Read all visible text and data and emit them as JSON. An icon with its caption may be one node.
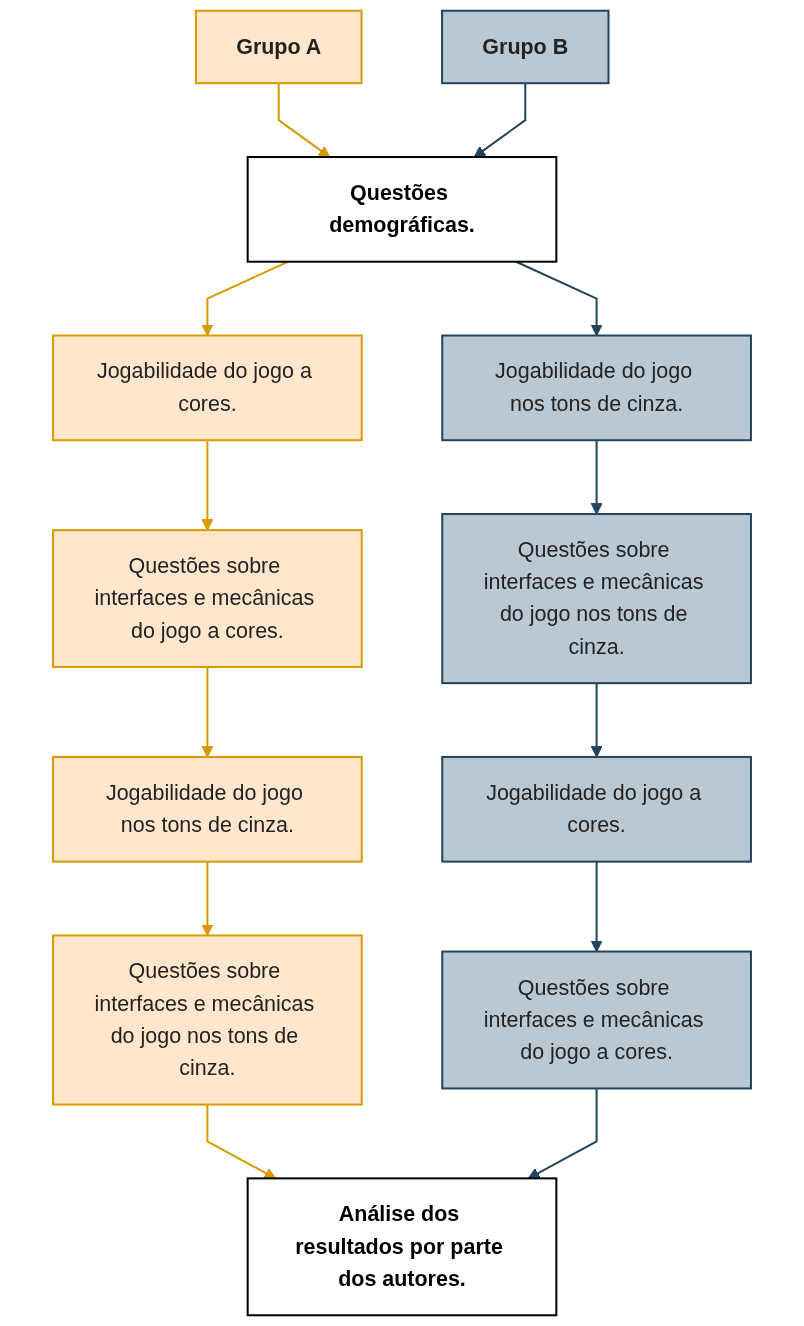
{
  "diagram": {
    "nodes": [
      {
        "text": [
          "Grupo A"
        ]
      },
      {
        "text": [
          "Grupo B"
        ]
      },
      {
        "text": [
          "Questões demográficas."
        ]
      },
      {
        "text": [
          "Jogabilidade do jogo a cores."
        ]
      },
      {
        "text": [
          "Jogabilidade do jogo nos tons de cinza."
        ]
      },
      {
        "text": [
          "Questões sobre interfaces e mecânicas do jogo a cores."
        ]
      },
      {
        "text": [
          "Questões sobre interfaces e mecânicas do jogo nos tons de cinza."
        ]
      },
      {
        "text": [
          "Jogabilidade do jogo nos tons de cinza."
        ]
      },
      {
        "text": [
          "Jogabilidade do jogo a cores."
        ]
      },
      {
        "text": [
          "Questões sobre interfaces e mecânicas do jogo nos tons de cinza."
        ]
      },
      {
        "text": [
          "Questões sobre interfaces e mecânicas do jogo a cores."
        ]
      },
      {
        "text": [
          "Análise dos resultados por parte dos autores."
        ]
      }
    ],
    "edges": [
      {
        "from": 0,
        "to": 2,
        "arrow": "to",
        "color": "#d79b00"
      },
      {
        "from": 1,
        "to": 2,
        "arrow": "to",
        "color": "#23445d"
      },
      {
        "from": 2,
        "to": 3,
        "arrow": "to",
        "color": "#d79b00"
      },
      {
        "from": 2,
        "to": 4,
        "arrow": "to",
        "color": "#23445d"
      },
      {
        "from": 3,
        "to": 5,
        "arrow": "to",
        "color": "#d79b00"
      },
      {
        "from": 4,
        "to": 6,
        "arrow": "to",
        "color": "#23445d"
      },
      {
        "from": 5,
        "to": 7,
        "arrow": "to",
        "color": "#d79b00"
      },
      {
        "from": 6,
        "to": 8,
        "arrow": "to",
        "color": "#23445d"
      },
      {
        "from": 7,
        "to": 9,
        "arrow": "to",
        "color": "#d79b00"
      },
      {
        "from": 8,
        "to": 10,
        "arrow": "to",
        "color": "#23445d"
      },
      {
        "from": 9,
        "to": 11,
        "arrow": "to",
        "color": "#d79b00"
      },
      {
        "from": 10,
        "to": 11,
        "arrow": "to",
        "color": "#23445d"
      }
    ]
  }
}
